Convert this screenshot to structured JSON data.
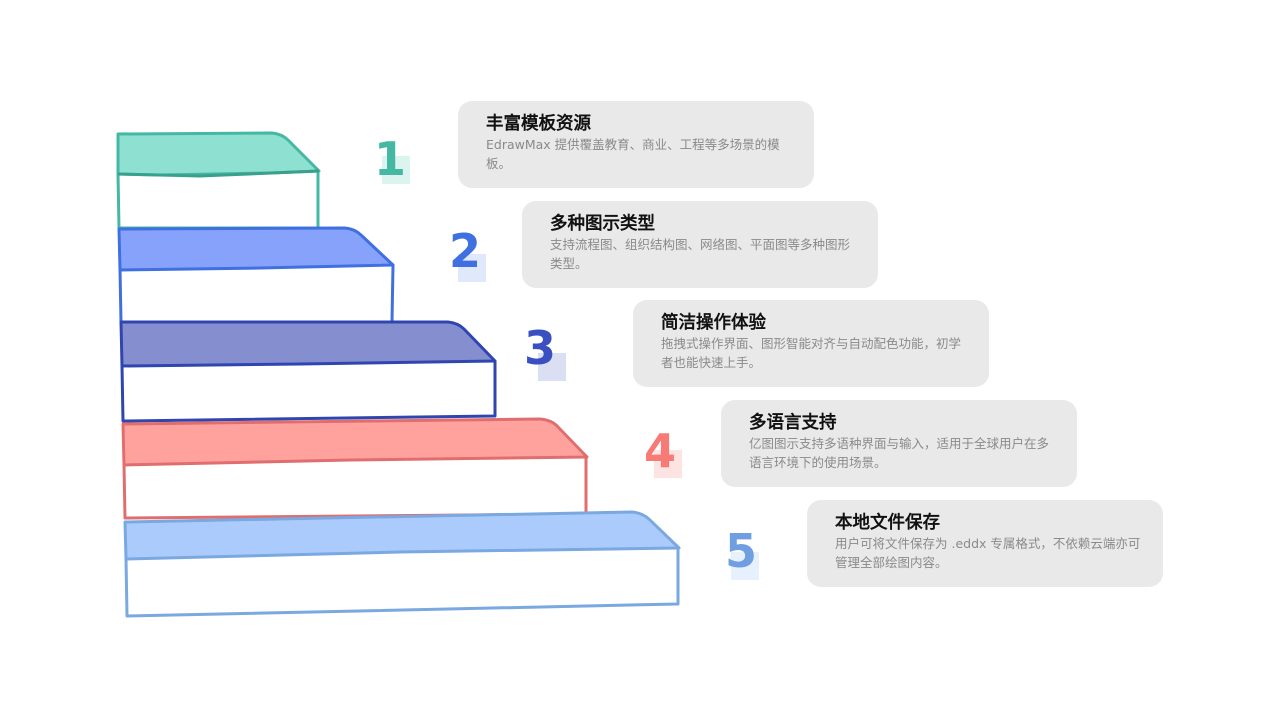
{
  "steps": [
    {
      "number": "1",
      "title": "丰富模板资源",
      "description": "EdrawMax 提供覆盖教育、商业、工程等多场景的模板。",
      "stroke": "#45b8a4",
      "top_fill": "#8ee0d0",
      "num_color": "#45b8a4",
      "num_bg": "#dcf4ef"
    },
    {
      "number": "2",
      "title": "多种图示类型",
      "description": "支持流程图、组织结构图、网络图、平面图等多种图形类型。",
      "stroke": "#3f6fe0",
      "top_fill": "#87a2fb",
      "num_color": "#3f6fe0",
      "num_bg": "#e0e8fb"
    },
    {
      "number": "3",
      "title": "简洁操作体验",
      "description": "拖拽式操作界面、图形智能对齐与自动配色功能，初学者也能快速上手。",
      "stroke": "#2f45b0",
      "top_fill": "#858fd0",
      "num_color": "#3a4fc0",
      "num_bg": "#dadff4"
    },
    {
      "number": "4",
      "title": "多语言支持",
      "description": "亿图图示支持多语种界面与输入，适用于全球用户在多语言环境下的使用场景。",
      "stroke": "#e06e6e",
      "top_fill": "#ffa29e",
      "num_color": "#f77a76",
      "num_bg": "#fde3e2"
    },
    {
      "number": "5",
      "title": "本地文件保存",
      "description": "用户可将文件保存为 .eddx 专属格式，不依赖云端亦可管理全部绘图内容。",
      "stroke": "#7aa8e0",
      "top_fill": "#abcbfd",
      "num_color": "#6f9fe0",
      "num_bg": "#e7f0fd"
    }
  ]
}
